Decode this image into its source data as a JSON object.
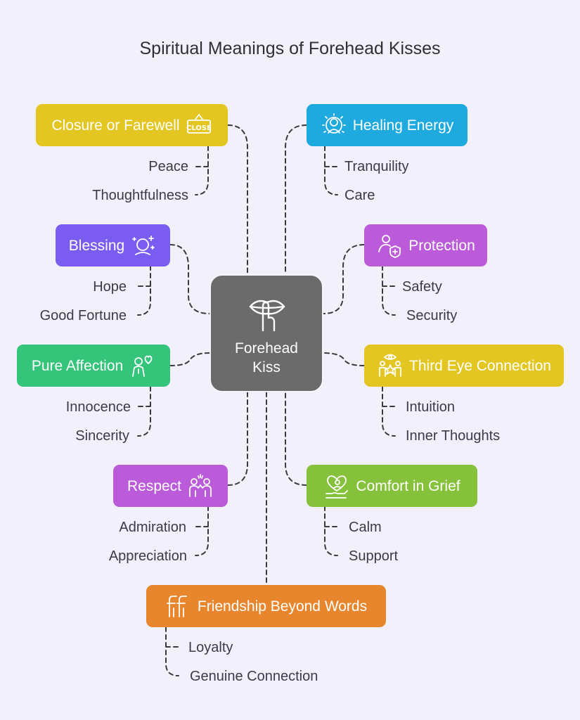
{
  "title": "Spiritual Meanings of Forehead Kisses",
  "center": {
    "line1": "Forehead",
    "line2": "Kiss",
    "icon": "lips-shush-icon"
  },
  "nodes": [
    {
      "id": "closure",
      "label": "Closure or Farewell",
      "icon": "close-sign-icon",
      "color": "#e3c622",
      "subs": [
        "Peace",
        "Thoughtfulness"
      ]
    },
    {
      "id": "healing",
      "label": "Healing Energy",
      "icon": "radiating-person-icon",
      "color": "#1ea9df",
      "subs": [
        "Tranquility",
        "Care"
      ]
    },
    {
      "id": "blessing",
      "label": "Blessing",
      "icon": "sparkle-person-icon",
      "color": "#7b5cf0",
      "subs": [
        "Hope",
        "Good Fortune"
      ]
    },
    {
      "id": "protection",
      "label": "Protection",
      "icon": "person-shield-icon",
      "color": "#bb5bd9",
      "subs": [
        "Safety",
        "Security"
      ]
    },
    {
      "id": "affection",
      "label": "Pure Affection",
      "icon": "person-heart-icon",
      "color": "#34c47a",
      "subs": [
        "Innocence",
        "Sincerity"
      ]
    },
    {
      "id": "thirdeye",
      "label": "Third Eye Connection",
      "icon": "third-eye-icon",
      "color": "#e3c622",
      "subs": [
        "Intuition",
        "Inner Thoughts"
      ]
    },
    {
      "id": "respect",
      "label": "Respect",
      "icon": "people-bow-icon",
      "color": "#bb5bd9",
      "subs": [
        "Admiration",
        "Appreciation"
      ]
    },
    {
      "id": "comfort",
      "label": "Comfort in Grief",
      "icon": "heart-hand-icon",
      "color": "#86c13b",
      "subs": [
        "Calm",
        "Support"
      ]
    },
    {
      "id": "friendship",
      "label": "Friendship Beyond Words",
      "icon": "friends-icon",
      "color": "#e8862e",
      "subs": [
        "Loyalty",
        "Genuine Connection"
      ]
    }
  ]
}
